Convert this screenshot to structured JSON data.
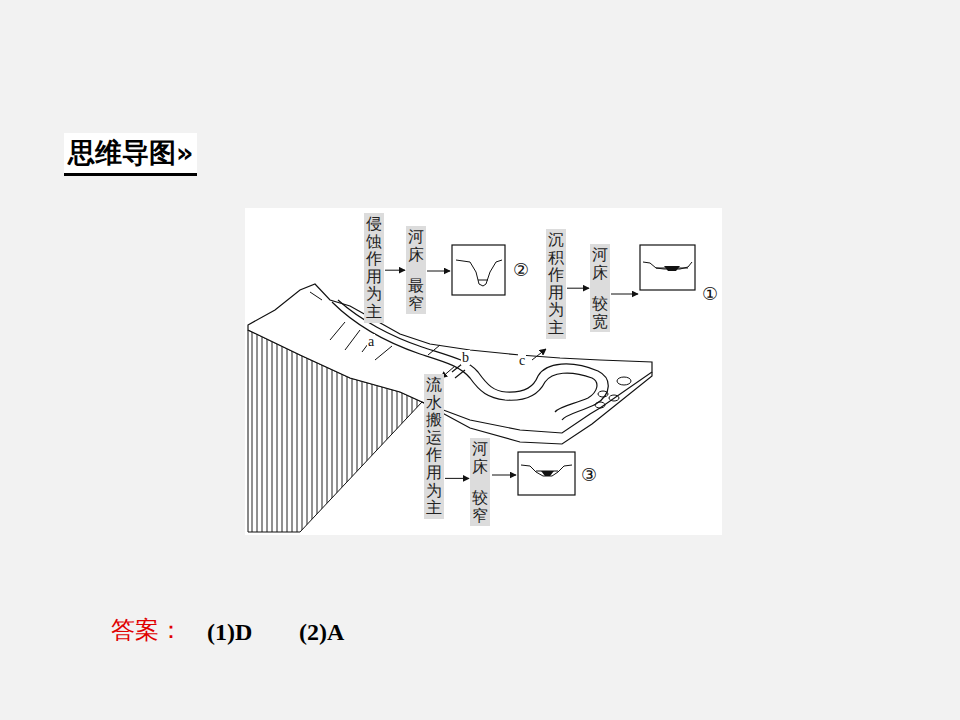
{
  "diagram": {
    "title": "思维导图»",
    "nodes": [
      {
        "text": [
          "侵蚀作用为主"
        ]
      },
      {
        "text": [
          "河床",
          "最窄"
        ]
      },
      {
        "text": [
          "沉积作用为主"
        ]
      },
      {
        "text": [
          "河床",
          "较宽"
        ]
      },
      {
        "text": [
          "流水搬运作用为主"
        ]
      },
      {
        "text": [
          "河床",
          "较窄"
        ]
      }
    ],
    "edges": [
      {
        "from": 0,
        "to": 1,
        "arrow": "to"
      },
      {
        "from": 2,
        "to": 3,
        "arrow": "to"
      },
      {
        "from": 4,
        "to": 5,
        "arrow": "to"
      }
    ],
    "labels": [
      "②",
      "①",
      "③",
      "a",
      "b",
      "c",
      "答案：",
      "(1)D",
      "(2)A"
    ]
  }
}
